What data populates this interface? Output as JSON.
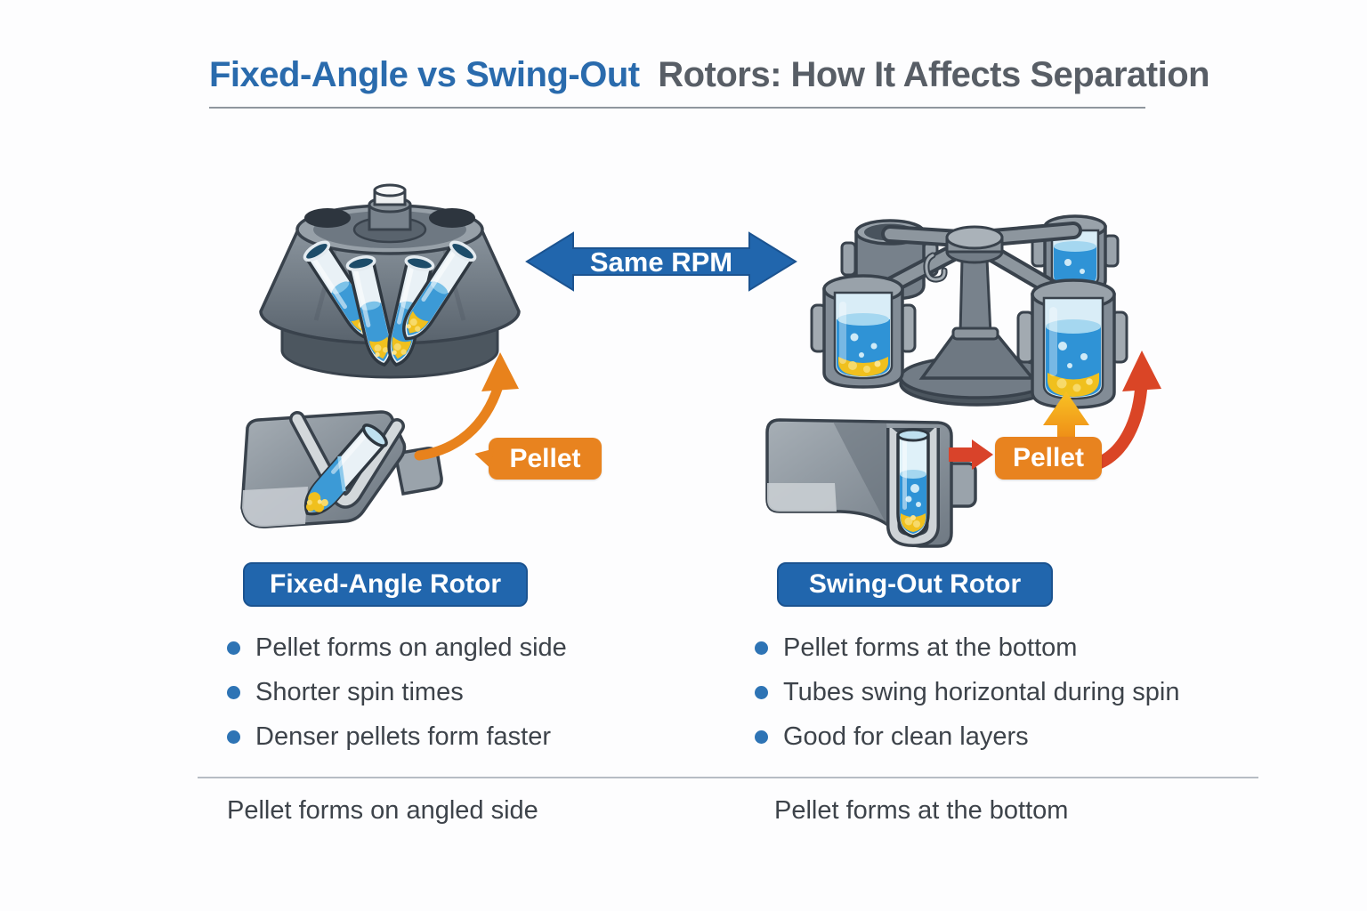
{
  "title": {
    "highlight": "Fixed-Angle vs Swing-Out",
    "rest": "Rotors: How It Affects Separation"
  },
  "center_arrow": {
    "label": "Same RPM"
  },
  "fixed_angle": {
    "pellet_callout": "Pellet",
    "badge": "Fixed-Angle Rotor",
    "bullets": [
      "Pellet forms on angled side",
      "Shorter spin times",
      "Denser pellets form faster"
    ],
    "caption": "Pellet forms on angled side"
  },
  "swing_out": {
    "pellet_callout": "Pellet",
    "badge": "Swing-Out Rotor",
    "bullets": [
      "Pellet forms at the bottom",
      "Tubes swing horizontal during spin",
      "Good for clean layers"
    ],
    "caption": "Pellet forms at the bottom"
  },
  "colors": {
    "title_blue": "#2a6bad",
    "title_gray": "#585e66",
    "badge_blue": "#2166ad",
    "bullet_dot_blue": "#2e74b5",
    "pellet_label_orange": "#e8831f",
    "orange_arrow": "#e8821c",
    "red_arrow": "#d9432a",
    "yellow_arrow": "#f6b119",
    "liquid_blue": "#2f93d6",
    "pellet_yellow": "#f0c01e",
    "rotor_gray": "#78828c",
    "body_text": "#3d434a"
  }
}
